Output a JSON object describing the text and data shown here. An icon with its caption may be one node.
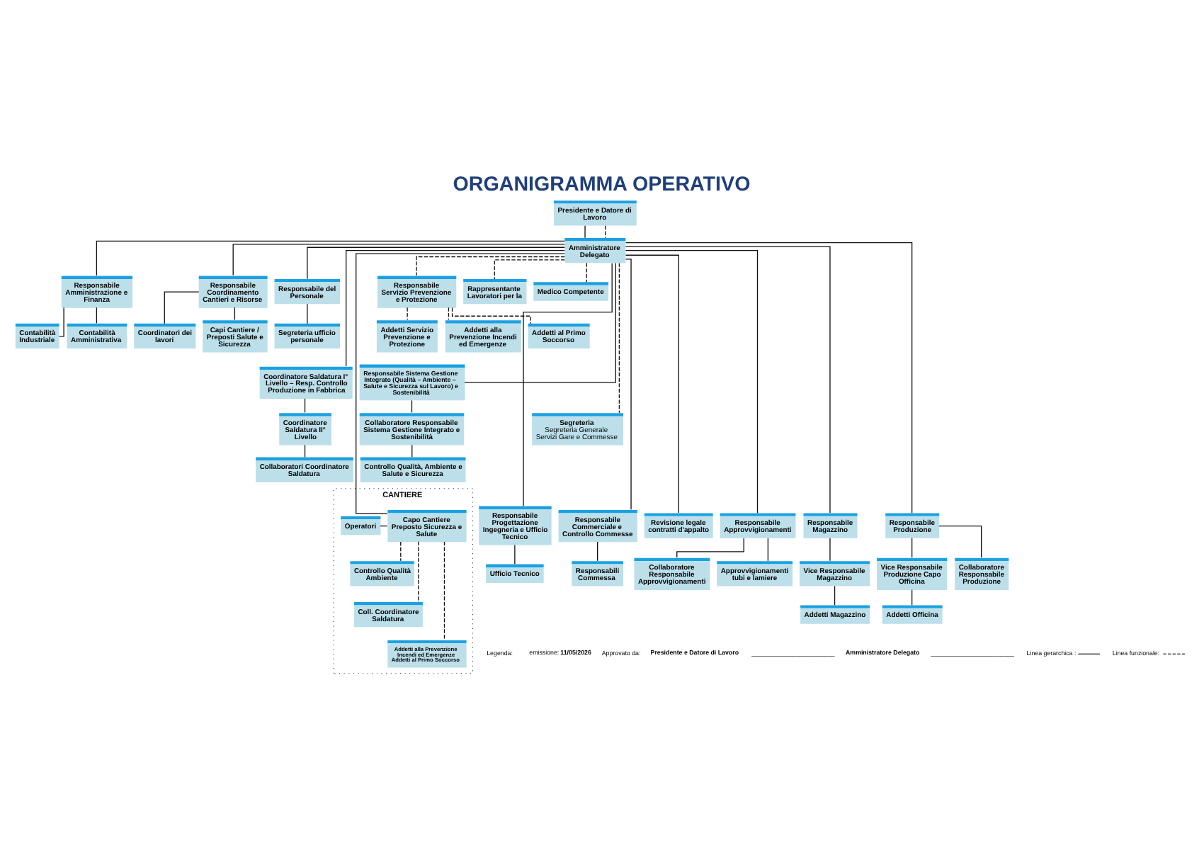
{
  "diagram": {
    "title": "ORGANIGRAMMA OPERATIVO",
    "nodes": [
      {
        "text": [
          "Presidente e Datore di Lavoro"
        ]
      },
      {
        "text": [
          "Amministratore Delegato"
        ]
      },
      {
        "text": [
          "Responsabile Amministrazione e Finanza"
        ]
      },
      {
        "text": [
          "Contabilità Industriale"
        ]
      },
      {
        "text": [
          "Contabilità Amministrativa"
        ]
      },
      {
        "text": [
          "Responsabile Coordinamento Cantieri e Risorse"
        ]
      },
      {
        "text": [
          "Coordinatori dei lavori"
        ]
      },
      {
        "text": [
          "Capi Cantiere / Preposti Salute e Sicurezza"
        ]
      },
      {
        "text": [
          "Responsabile del Personale"
        ]
      },
      {
        "text": [
          "Segreteria ufficio personale"
        ]
      },
      {
        "text": [
          "Coordinatore Saldatura I° Livello – Resp. Controllo Produzione in Fabbrica"
        ]
      },
      {
        "text": [
          "Coordinatore Saldatura II° Livello"
        ]
      },
      {
        "text": [
          "Collaboratori Coordinatore Saldatura"
        ]
      },
      {
        "text": [
          "Responsabile Sistema Gestione Integrato (Qualità – Ambiente – Salute e Sicurezza sul Lavoro) e Sostenibilità"
        ]
      },
      {
        "text": [
          "Collaboratore Responsabile Sistema Gestione Integrato e Sostenibilità"
        ]
      },
      {
        "text": [
          "Controllo Qualità, Ambiente e Salute e Sicurezza"
        ]
      },
      {
        "text": [
          "Responsabile Servizio Prevenzione e Protezione"
        ]
      },
      {
        "text": [
          "Addetti Servizio Prevenzione e Protezione"
        ]
      },
      {
        "text": [
          "Addetti alla Prevenzione Incendi ed Emergenze"
        ]
      },
      {
        "text": [
          "Addetti al Primo Soccorso"
        ]
      },
      {
        "text": [
          "Rappresentante Lavoratori per la"
        ]
      },
      {
        "text": [
          "Medico Competente"
        ]
      },
      {
        "text": [
          "Segreteria",
          "Segreteria Generale",
          "Servizi Gare e Commesse"
        ]
      },
      {
        "text": [
          "CANTIERE"
        ]
      },
      {
        "text": [
          "Operatori"
        ],
        "in": 23
      },
      {
        "text": [
          "Capo Cantiere Preposto Sicurezza e Salute"
        ],
        "in": 23
      },
      {
        "text": [
          "Controllo Qualità Ambiente"
        ],
        "in": 23
      },
      {
        "text": [
          "Coll. Coordinatore Saldatura"
        ],
        "in": 23
      },
      {
        "text": [
          "Addetti alla Prevenzione Incendi ed Emergenze",
          "Addetti al Primo Soccorso"
        ],
        "in": 23
      },
      {
        "text": [
          "Responsabile Progettazione Ingegneria e Ufficio Tecnico"
        ]
      },
      {
        "text": [
          "Ufficio Tecnico"
        ]
      },
      {
        "text": [
          "Responsabile Commerciale e Controllo Commesse"
        ]
      },
      {
        "text": [
          "Responsabili Commessa"
        ]
      },
      {
        "text": [
          "Revisione legale contratti d'appalto"
        ]
      },
      {
        "text": [
          "Responsabile Approvvigionamenti"
        ]
      },
      {
        "text": [
          "Collaboratore Responsabile Approvvigionamenti"
        ]
      },
      {
        "text": [
          "Approvvigionamenti tubi e lamiere"
        ]
      },
      {
        "text": [
          "Responsabile Magazzino"
        ]
      },
      {
        "text": [
          "Vice Responsabile Magazzino"
        ]
      },
      {
        "text": [
          "Addetti Magazzino"
        ]
      },
      {
        "text": [
          "Responsabile Produzione"
        ]
      },
      {
        "text": [
          "Vice Responsabile Produzione Capo Officina"
        ]
      },
      {
        "text": [
          "Addetti Officina"
        ]
      },
      {
        "text": [
          "Collaboratore Responsabile Produzione"
        ]
      }
    ],
    "edges": [
      {
        "from": 0,
        "to": 1,
        "arrow": "none"
      },
      {
        "from": 0,
        "to": 1,
        "arrow": "none",
        "style": "dashed"
      },
      {
        "from": 1,
        "to": 2,
        "arrow": "none"
      },
      {
        "from": 2,
        "to": 3,
        "arrow": "none"
      },
      {
        "from": 2,
        "to": 4,
        "arrow": "none"
      },
      {
        "from": 1,
        "to": 5,
        "arrow": "none"
      },
      {
        "from": 5,
        "to": 6,
        "arrow": "none"
      },
      {
        "from": 5,
        "to": 7,
        "arrow": "none"
      },
      {
        "from": 1,
        "to": 8,
        "arrow": "none"
      },
      {
        "from": 8,
        "to": 9,
        "arrow": "none"
      },
      {
        "from": 1,
        "to": 10,
        "arrow": "none"
      },
      {
        "from": 10,
        "to": 11,
        "arrow": "none"
      },
      {
        "from": 11,
        "to": 12,
        "arrow": "none"
      },
      {
        "from": 1,
        "to": 13,
        "arrow": "none"
      },
      {
        "from": 13,
        "to": 14,
        "arrow": "none"
      },
      {
        "from": 14,
        "to": 15,
        "arrow": "none"
      },
      {
        "from": 1,
        "to": 16,
        "arrow": "none",
        "style": "dashed"
      },
      {
        "from": 16,
        "to": 17,
        "arrow": "none",
        "style": "dashed"
      },
      {
        "from": 16,
        "to": 18,
        "arrow": "none",
        "style": "dashed"
      },
      {
        "from": 16,
        "to": 19,
        "arrow": "none",
        "style": "dashed"
      },
      {
        "from": 1,
        "to": 20,
        "arrow": "none",
        "style": "dashed"
      },
      {
        "from": 1,
        "to": 21,
        "arrow": "none",
        "style": "dashed"
      },
      {
        "from": 1,
        "to": 22,
        "arrow": "none",
        "style": "dashed"
      },
      {
        "from": 1,
        "to": 25,
        "arrow": "none"
      },
      {
        "from": 24,
        "to": 25,
        "arrow": "none"
      },
      {
        "from": 25,
        "to": 26,
        "arrow": "none",
        "style": "dashed"
      },
      {
        "from": 25,
        "to": 27,
        "arrow": "none",
        "style": "dashed"
      },
      {
        "from": 25,
        "to": 28,
        "arrow": "none",
        "style": "dashed"
      },
      {
        "from": 1,
        "to": 29,
        "arrow": "none"
      },
      {
        "from": 29,
        "to": 30,
        "arrow": "none"
      },
      {
        "from": 1,
        "to": 31,
        "arrow": "none"
      },
      {
        "from": 31,
        "to": 32,
        "arrow": "none"
      },
      {
        "from": 1,
        "to": 33,
        "arrow": "none"
      },
      {
        "from": 1,
        "to": 34,
        "arrow": "none"
      },
      {
        "from": 34,
        "to": 35,
        "arrow": "none"
      },
      {
        "from": 34,
        "to": 36,
        "arrow": "none"
      },
      {
        "from": 1,
        "to": 37,
        "arrow": "none"
      },
      {
        "from": 37,
        "to": 38,
        "arrow": "none"
      },
      {
        "from": 38,
        "to": 39,
        "arrow": "none"
      },
      {
        "from": 1,
        "to": 40,
        "arrow": "none"
      },
      {
        "from": 40,
        "to": 41,
        "arrow": "none"
      },
      {
        "from": 41,
        "to": 42,
        "arrow": "none"
      },
      {
        "from": 40,
        "to": 43,
        "arrow": "none"
      }
    ],
    "labels": [
      "Legenda:",
      "emissione: **11/05/2026**",
      "Approvato da:",
      "Presidente e Datore di Lavoro",
      "________________________",
      "Amministratore Delegato",
      "________________________"
    ],
    "legend": [
      {
        "text": "Linea gerarchica :"
      },
      {
        "text": "Linea funzionale:"
      }
    ]
  }
}
